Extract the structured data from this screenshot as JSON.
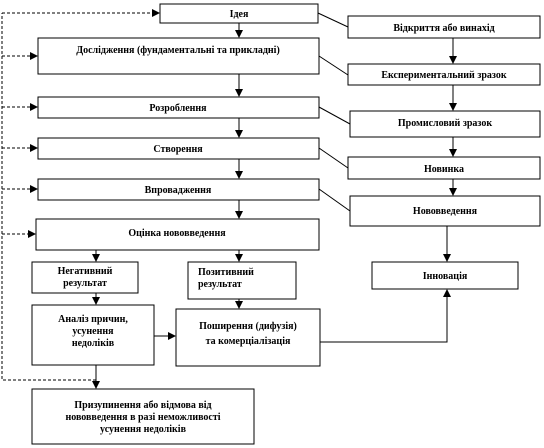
{
  "nodes": {
    "idea": "Ідея",
    "discovery": "Відкриття або винахід",
    "research": "Дослідження (фундаментальні та прикладні)",
    "prototype": "Експериментальний зразок",
    "development": "Розроблення",
    "industrial": "Промисловий зразок",
    "creation": "Створення",
    "novelty": "Новинка",
    "implementation": "Впровадження",
    "innovation_intro": "Нововведення",
    "evaluation": "Оцінка нововведення",
    "innovation": "Інновація",
    "negative": [
      "Негативний",
      "результат"
    ],
    "positive": [
      "Позитивний",
      "результат"
    ],
    "analysis": [
      "Аналіз причин,",
      "усунення",
      "недоліків"
    ],
    "diffusion": [
      "Поширення (дифузія)",
      "та комерціалізація"
    ],
    "termination": [
      "Призупинення або відмова від",
      "нововведення в разі неможливості",
      "усунення недоліків"
    ]
  }
}
